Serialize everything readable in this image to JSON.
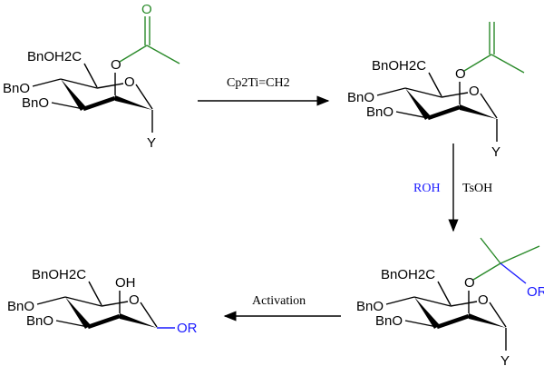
{
  "molecules": [
    {
      "id": "acetate",
      "substituent": "acetyl",
      "labels": {
        "ch2": "BnOH2C",
        "o4": "BnO",
        "o3": "BnO",
        "ring_o": "O",
        "o2": "O",
        "anomeric": "Y",
        "carbonyl_o": "O"
      }
    },
    {
      "id": "enol-ether",
      "substituent": "isopropenyl",
      "labels": {
        "ch2": "BnOH2C",
        "o4": "BnO",
        "o3": "BnO",
        "ring_o": "O",
        "o2": "O",
        "anomeric": "Y"
      }
    },
    {
      "id": "mixed-acetal",
      "substituent": "acetal",
      "labels": {
        "ch2": "BnOH2C",
        "o4": "BnO",
        "o3": "BnO",
        "ring_o": "O",
        "o2": "O",
        "anomeric": "Y",
        "acetal_or": "OR"
      }
    },
    {
      "id": "glycoside",
      "substituent": "hydroxyl",
      "labels": {
        "ch2": "BnOH2C",
        "o4": "BnO",
        "o3": "BnO",
        "ring_o": "O",
        "o2": "OH",
        "anomeric": "OR"
      }
    }
  ],
  "arrows": {
    "step1": {
      "reagent": "Cp2Ti=CH2"
    },
    "step2": {
      "reagent_left": "ROH",
      "reagent_right": "TsOH"
    },
    "step3": {
      "reagent": "Activation"
    }
  },
  "colors": {
    "acetyl": "#2a8a2a",
    "alcohol": "#1a1aff"
  }
}
